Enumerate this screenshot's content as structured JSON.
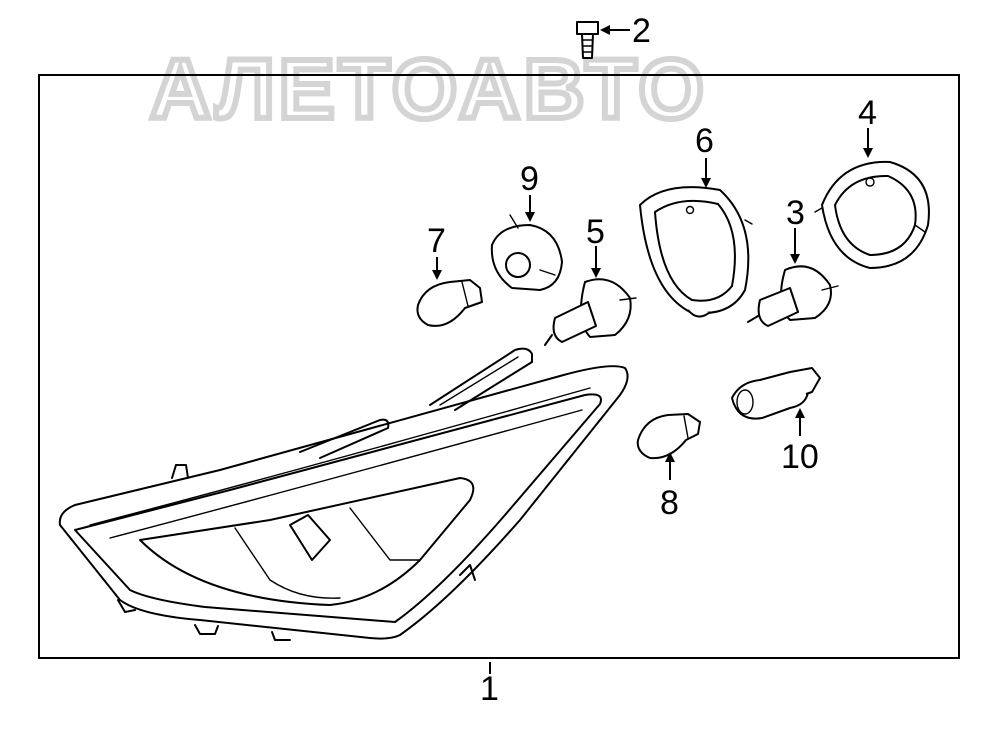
{
  "watermark": {
    "text": "АЛЕТОАВТО"
  },
  "callouts": [
    {
      "id": "1",
      "label": "1"
    },
    {
      "id": "2",
      "label": "2"
    },
    {
      "id": "3",
      "label": "3"
    },
    {
      "id": "4",
      "label": "4"
    },
    {
      "id": "5",
      "label": "5"
    },
    {
      "id": "6",
      "label": "6"
    },
    {
      "id": "7",
      "label": "7"
    },
    {
      "id": "8",
      "label": "8"
    },
    {
      "id": "9",
      "label": "9"
    },
    {
      "id": "10",
      "label": "10"
    }
  ],
  "colors": {
    "line": "#000000",
    "watermark": "#d4d4d4",
    "background": "#ffffff"
  }
}
